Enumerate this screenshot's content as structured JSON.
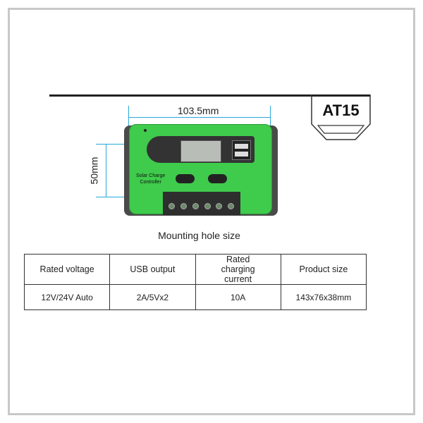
{
  "model_badge": "AT15",
  "dimensions": {
    "width": "103.5mm",
    "height": "50mm"
  },
  "device": {
    "label_line1": "Solar Charge",
    "label_line2": "Controller"
  },
  "caption": "Mounting hole size",
  "spec_table": {
    "headers": [
      "Rated voltage",
      "USB output",
      "Rated charging current",
      "Product size"
    ],
    "values": [
      "12V/24V Auto",
      "2A/5Vx2",
      "10A",
      "143x76x38mm"
    ]
  },
  "colors": {
    "accent_blue": "#29a8d8",
    "device_green": "#3fcb4c"
  }
}
